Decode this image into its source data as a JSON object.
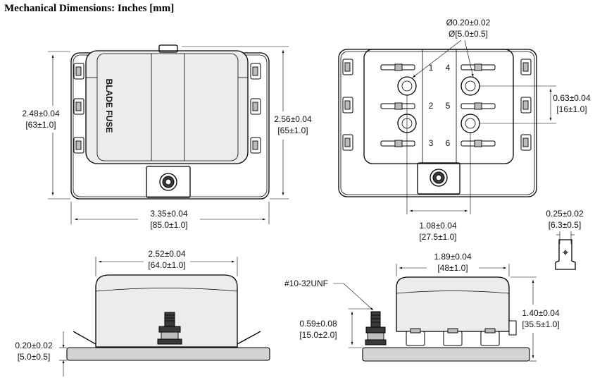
{
  "title": "Mechanical Dimensions:  Inches [mm]",
  "views": {
    "top_closed": {
      "lid_label": "BLADE FUSE",
      "height_in": "2.48±0.04",
      "height_mm": "[63±1.0]",
      "height_total_in": "2.56±0.04",
      "height_total_mm": "[65±1.0]",
      "width_in": "3.35±0.04",
      "width_mm": "[85.0±1.0]"
    },
    "top_open": {
      "slot_numbers": [
        "1",
        "2",
        "3",
        "4",
        "5",
        "6"
      ],
      "hole_dia_in": "Ø0.20±0.02",
      "hole_dia_mm": "Ø[5.0±0.5]",
      "pitch_in": "0.63±0.04",
      "pitch_mm": "[16±1.0]",
      "span_in": "1.08±0.04",
      "span_mm": "[27.5±1.0]"
    },
    "terminal": {
      "width_in": "0.25±0.02",
      "width_mm": "[6.3±0.5]"
    },
    "side_left": {
      "lid_width_in": "2.52±0.04",
      "lid_width_mm": "[64.0±1.0]",
      "base_thk_in": "0.20±0.02",
      "base_thk_mm": "[5.0±0.5]"
    },
    "side_right": {
      "thread_label": "#10-32UNF",
      "lid_width_in": "1.89±0.04",
      "lid_width_mm": "[48±1.0]",
      "stud_height_in": "0.59±0.08",
      "stud_height_mm": "[15.0±2.0]",
      "height_in": "1.40±0.04",
      "height_mm": "[35.5±1.0]"
    }
  }
}
